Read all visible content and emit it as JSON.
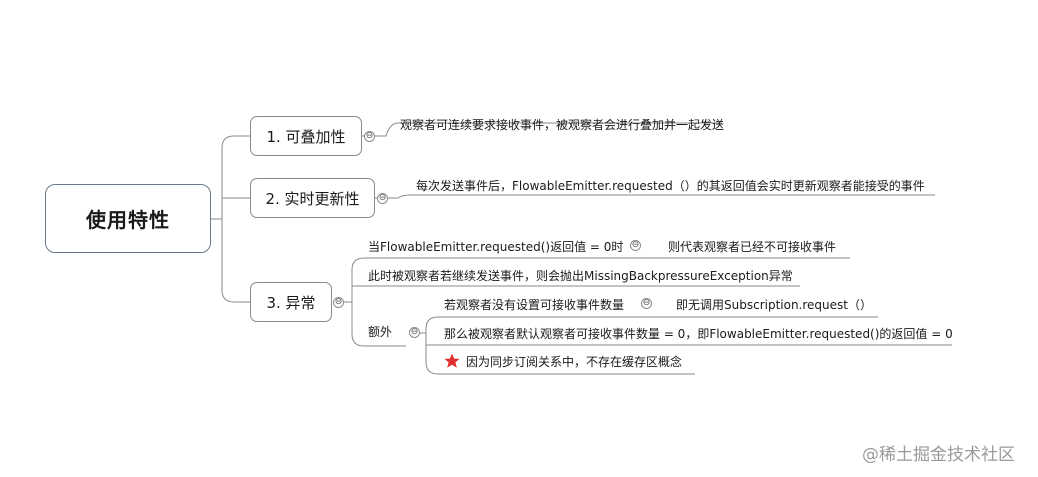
{
  "root": {
    "label": "使用特性"
  },
  "branches": [
    {
      "label": "1. 可叠加性",
      "note": "观察者可连续要求接收事件，被观察者会进行叠加并一起发送"
    },
    {
      "label": "2. 实时更新性",
      "note": "每次发送事件后，FlowableEmitter.requested（）的其返回值会实时更新观察者能接受的事件"
    },
    {
      "label": "3. 异常",
      "children": [
        {
          "text": "当FlowableEmitter.requested()返回值 = 0时",
          "note": "则代表观察者已经不可接收事件"
        },
        {
          "text": "此时被观察者若继续发送事件，则会抛出MissingBackpressureException异常"
        },
        {
          "text": "额外",
          "children": [
            {
              "text": "若观察者没有设置可接收事件数量",
              "note": "即无调用Subscription.request（）"
            },
            {
              "text": "那么被观察者默认观察者可接收事件数量 = 0，即FlowableEmitter.requested()的返回值 = 0"
            },
            {
              "text": "因为同步订阅关系中，不存在缓存区概念",
              "icon": "star-icon"
            }
          ]
        }
      ]
    }
  ],
  "icons": {
    "collapse": "⊖",
    "star": "star-icon"
  },
  "colors": {
    "line": "#8a8a8a",
    "star": "#e03030"
  },
  "watermark": "@稀土掘金技术社区"
}
